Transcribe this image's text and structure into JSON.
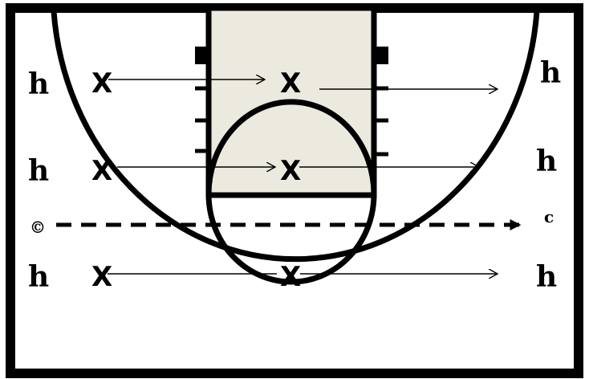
{
  "colors": {
    "line": "#000000",
    "paint": "#ece9df",
    "background": "#ffffff"
  },
  "labels": {
    "left_top": "h",
    "left_mid": "h",
    "left_bottom": "h",
    "right_top": "h",
    "right_mid": "h",
    "right_bottom": "h",
    "coach_left": "©",
    "coach_right": "c"
  },
  "players": {
    "row1_left": "X",
    "row1_center": "X",
    "row2_left": "X",
    "row2_center": "X",
    "row3_left": "X",
    "row3_center": "X"
  },
  "icons": {
    "pass_arrow": "thin-arrow",
    "dribble_line": "dashed-arrow"
  }
}
